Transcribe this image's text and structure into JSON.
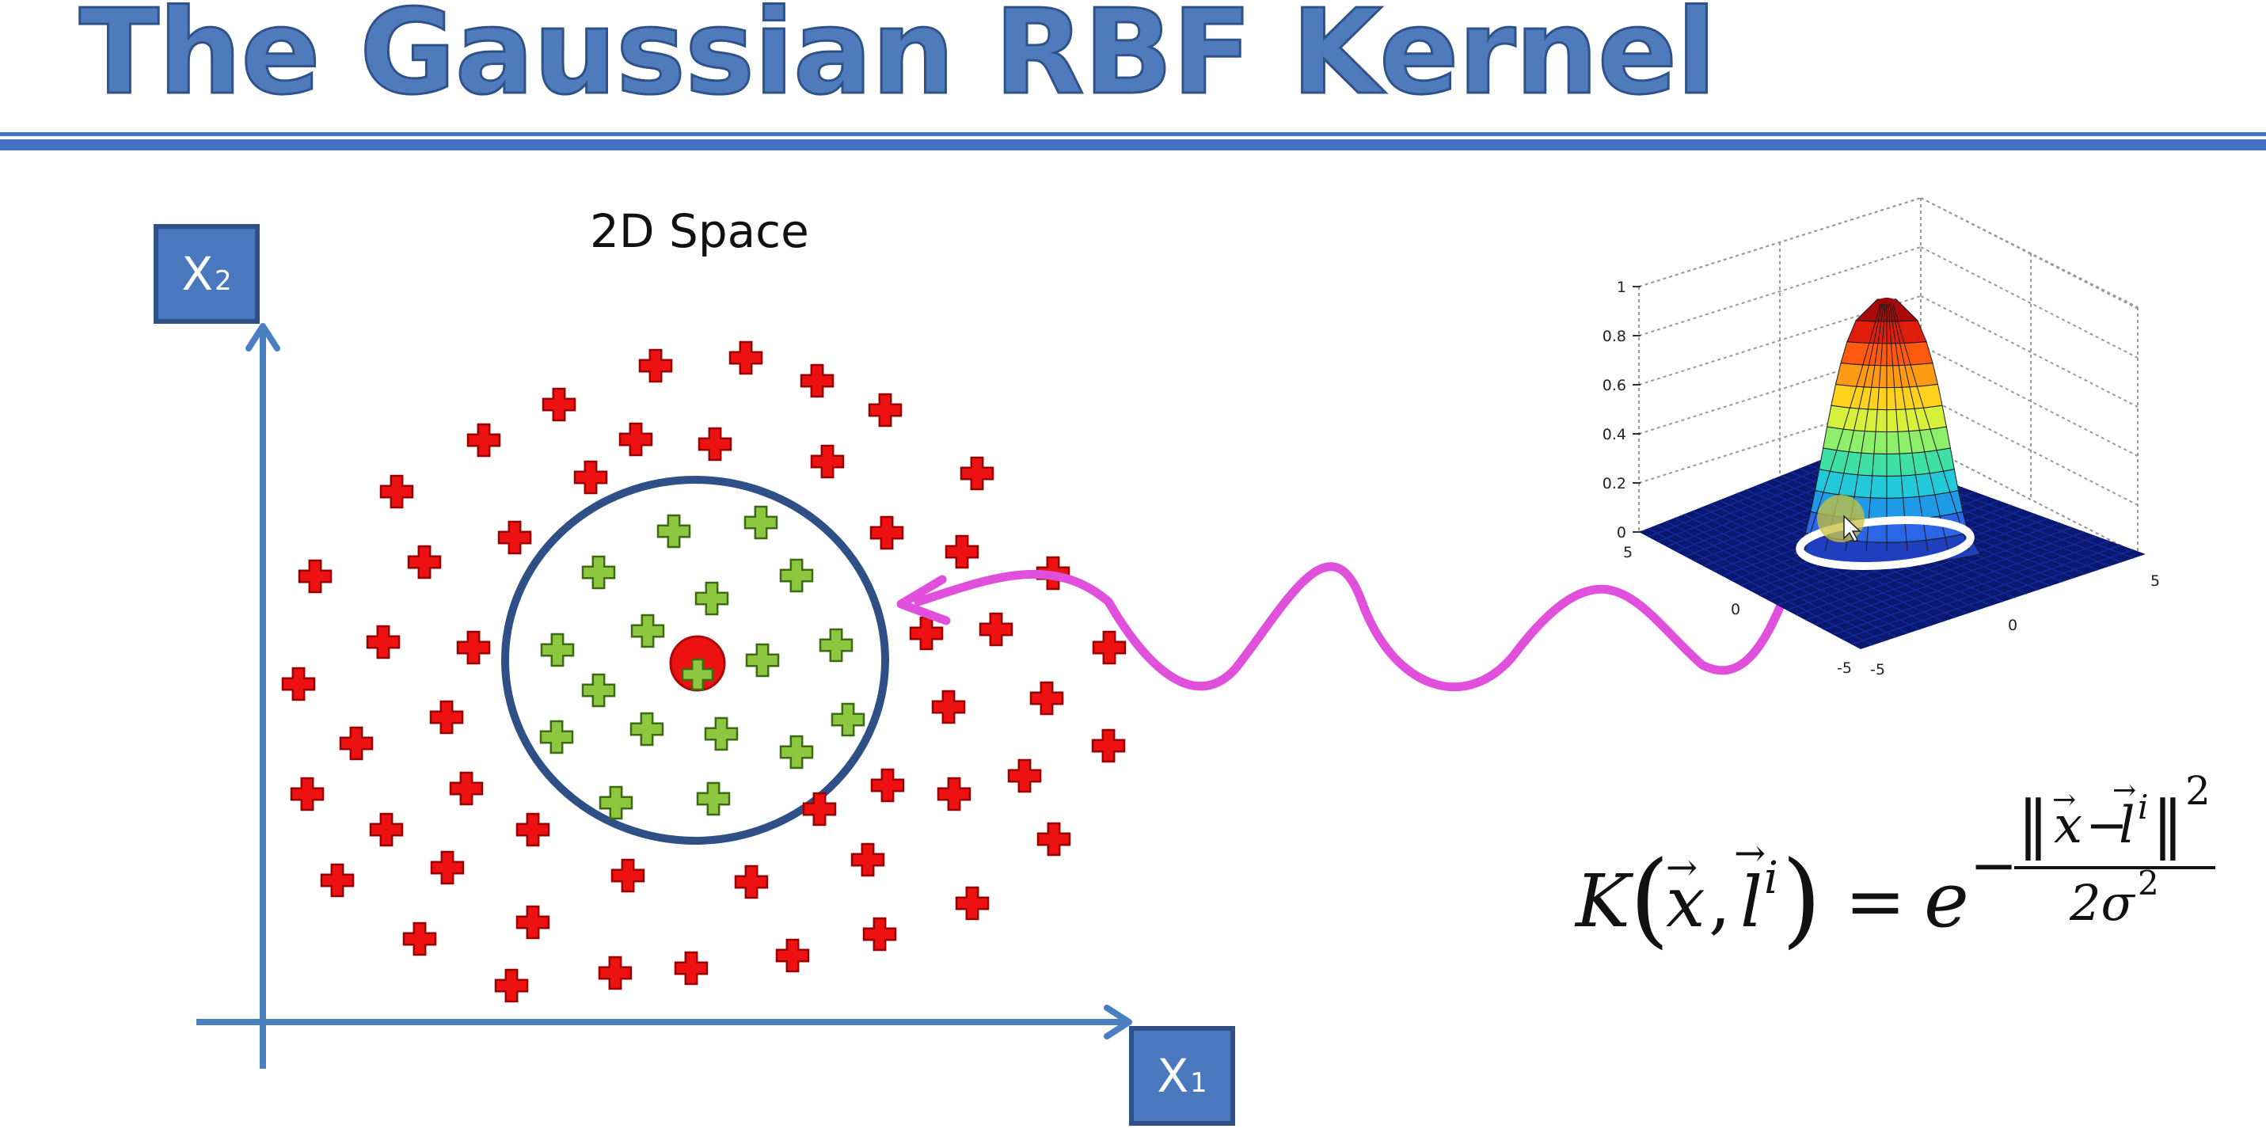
{
  "title": "The Gaussian RBF Kernel",
  "space_label": "2D Space",
  "axes": {
    "x1": {
      "letter": "X",
      "sub": "1"
    },
    "x2": {
      "letter": "X",
      "sub": "2"
    }
  },
  "surface_plot": {
    "z_ticks": [
      "0",
      "0.2",
      "0.4",
      "0.6",
      "0.8",
      "1"
    ],
    "x_ticks": [
      "-5",
      "0",
      "5"
    ],
    "y_ticks": [
      "-5",
      "0",
      "5"
    ]
  },
  "formula": {
    "lhs_K": "K",
    "lhs_x": "x",
    "lhs_l": "l",
    "lhs_sup": "i",
    "eq": "=",
    "base": "e",
    "minus": "−",
    "num_x": "x",
    "num_minus": "−",
    "num_l": "l",
    "num_sup": "i",
    "num_pow": "2",
    "den": "2σ",
    "den_pow": "2"
  },
  "colors": {
    "title": "#4f7bbd",
    "axis": "#4a7fc1",
    "red_point": "#ee1111",
    "green_point": "#8dc63f",
    "circle": "#2f4f87",
    "arrow": "#e14fdd"
  }
}
